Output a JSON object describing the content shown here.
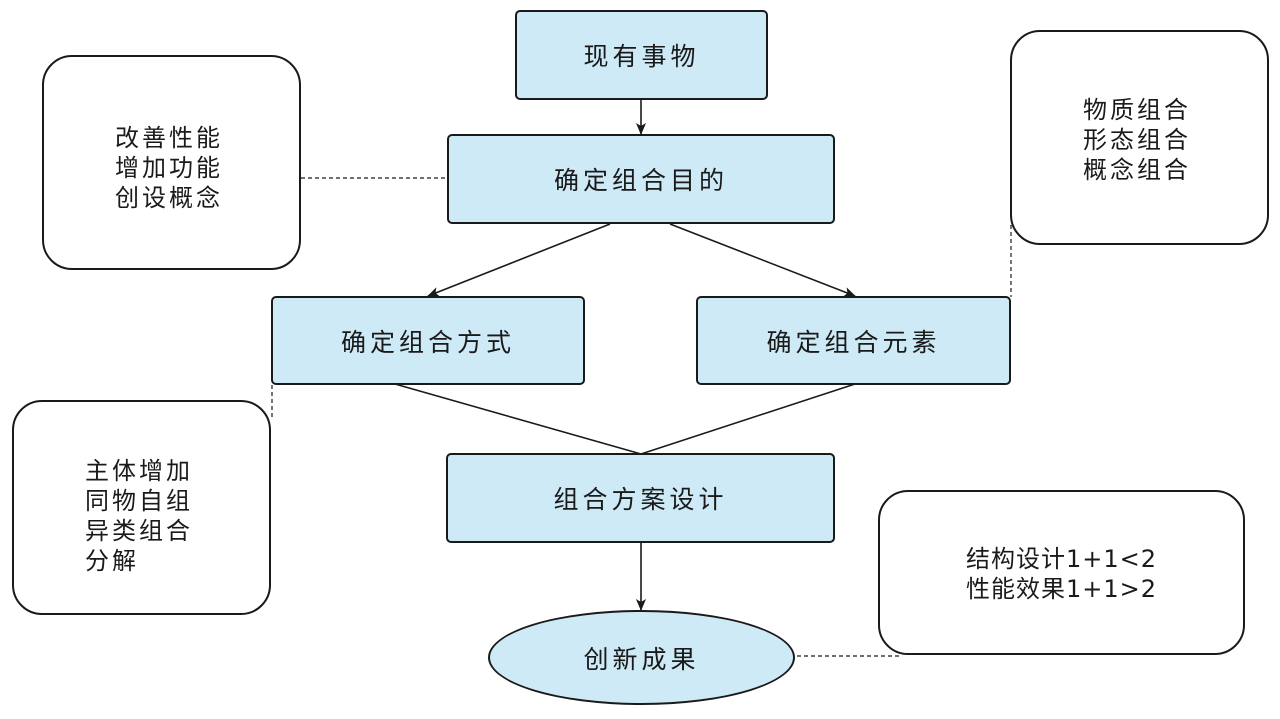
{
  "flow": {
    "start": "现有事物",
    "goal": "确定组合目的",
    "method": "确定组合方式",
    "elements": "确定组合元素",
    "design": "组合方案设计",
    "result": "创新成果"
  },
  "notes": {
    "goal": [
      "改善性能",
      "增加功能",
      "创设概念"
    ],
    "elements": [
      "物质组合",
      "形态组合",
      "概念组合"
    ],
    "method": [
      "主体增加",
      "同物自组",
      "异类组合",
      "分解"
    ],
    "result": [
      "结构设计1+1<2",
      "性能效果1+1>2"
    ]
  }
}
